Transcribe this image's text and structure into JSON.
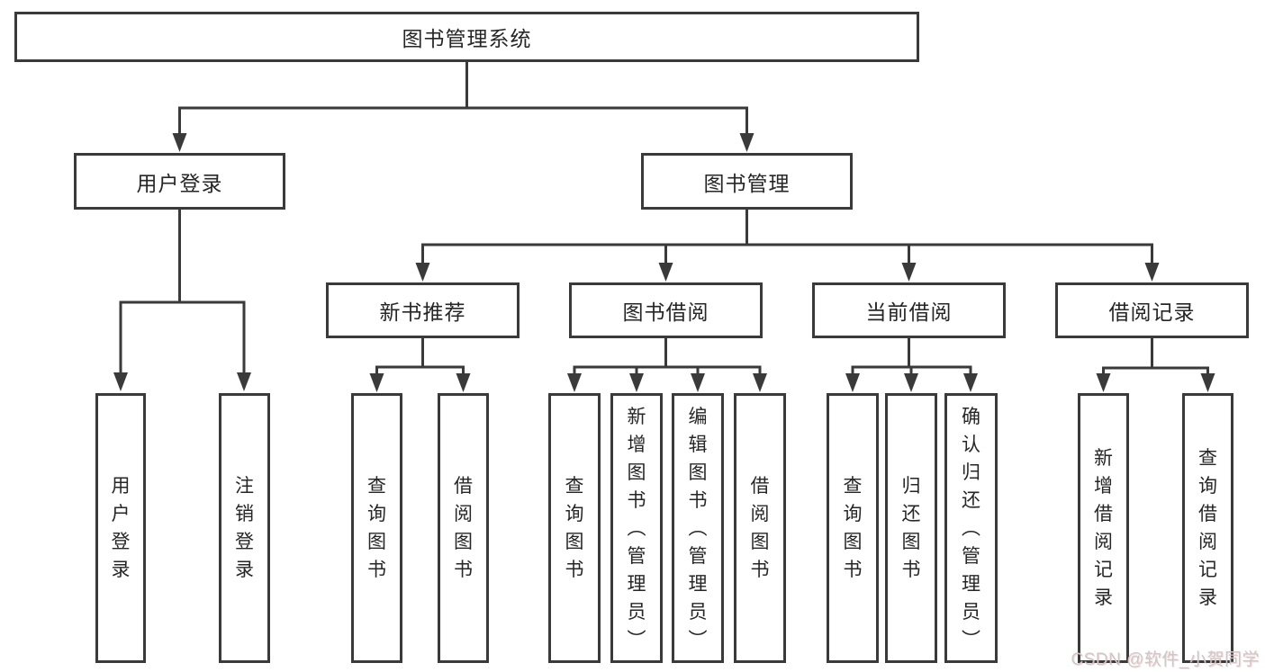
{
  "diagram": {
    "root": {
      "label": "图书管理系统"
    },
    "level2": [
      {
        "label": "用户登录"
      },
      {
        "label": "图书管理"
      }
    ],
    "level3": [
      {
        "label": "新书推荐"
      },
      {
        "label": "图书借阅"
      },
      {
        "label": "当前借阅"
      },
      {
        "label": "借阅记录"
      }
    ],
    "leaves": {
      "login": [
        "用户登录",
        "注销登录"
      ],
      "recommend": [
        "查询图书",
        "借阅图书"
      ],
      "borrow": [
        "查询图书",
        "新增图书（管理员）",
        "编辑图书（管理员）",
        "借阅图书"
      ],
      "current": [
        "查询图书",
        "归还图书",
        "确认归还（管理员）"
      ],
      "record": [
        "新增借阅记录",
        "查询借阅记录"
      ]
    },
    "watermark": "CSDN @软件_小贺同学",
    "colors": {
      "line": "#3a3a3a",
      "text": "#262626",
      "background": "#ffffff",
      "watermark": "#c9c9c9"
    }
  }
}
